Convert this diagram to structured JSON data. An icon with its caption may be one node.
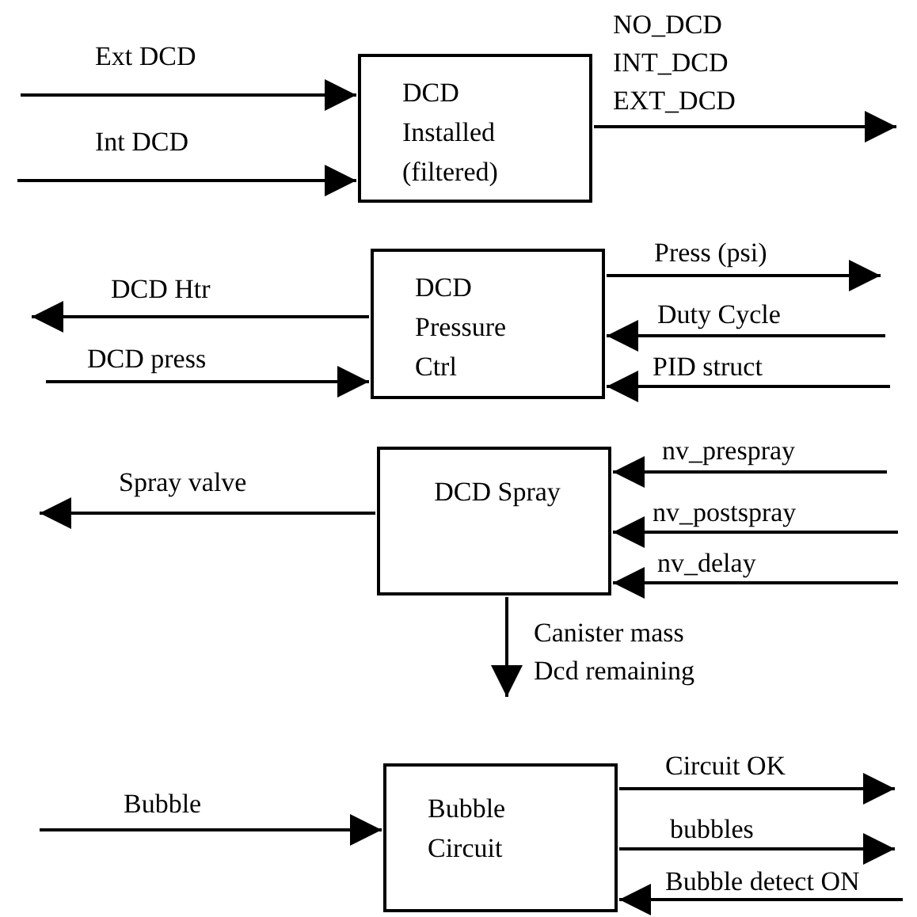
{
  "diagram": {
    "nodes": [
      {
        "text": [
          "DCD Installed (filtered)"
        ]
      },
      {
        "text": [
          "DCD Pressure Ctrl"
        ]
      },
      {
        "text": [
          "DCD Spray"
        ]
      },
      {
        "text": [
          "Bubble Circuit"
        ]
      }
    ],
    "edges": [
      {
        "from": null,
        "to": 0,
        "arrow": "to",
        "label": "Ext DCD"
      },
      {
        "from": null,
        "to": 0,
        "arrow": "to",
        "label": "Int DCD"
      },
      {
        "from": 0,
        "to": null,
        "arrow": "to",
        "label": "NO_DCD INT_DCD EXT_DCD"
      },
      {
        "from": 1,
        "to": null,
        "arrow": "to",
        "label": "DCD Htr"
      },
      {
        "from": null,
        "to": 1,
        "arrow": "to",
        "label": "DCD press"
      },
      {
        "from": 1,
        "to": null,
        "arrow": "to",
        "label": "Press (psi)"
      },
      {
        "from": null,
        "to": 1,
        "arrow": "to",
        "label": "Duty Cycle"
      },
      {
        "from": null,
        "to": 1,
        "arrow": "to",
        "label": "PID struct"
      },
      {
        "from": 2,
        "to": null,
        "arrow": "to",
        "label": "Spray valve"
      },
      {
        "from": null,
        "to": 2,
        "arrow": "to",
        "label": "nv_prespray"
      },
      {
        "from": null,
        "to": 2,
        "arrow": "to",
        "label": "nv_postspray"
      },
      {
        "from": null,
        "to": 2,
        "arrow": "to",
        "label": "nv_delay"
      },
      {
        "from": 2,
        "to": null,
        "arrow": "to",
        "label": "Canister mass Dcd remaining"
      },
      {
        "from": null,
        "to": 3,
        "arrow": "to",
        "label": "Bubble"
      },
      {
        "from": 3,
        "to": null,
        "arrow": "to",
        "label": "Circuit OK"
      },
      {
        "from": 3,
        "to": null,
        "arrow": "to",
        "label": "bubbles"
      },
      {
        "from": null,
        "to": 3,
        "arrow": "to",
        "label": "Bubble detect ON"
      }
    ]
  }
}
